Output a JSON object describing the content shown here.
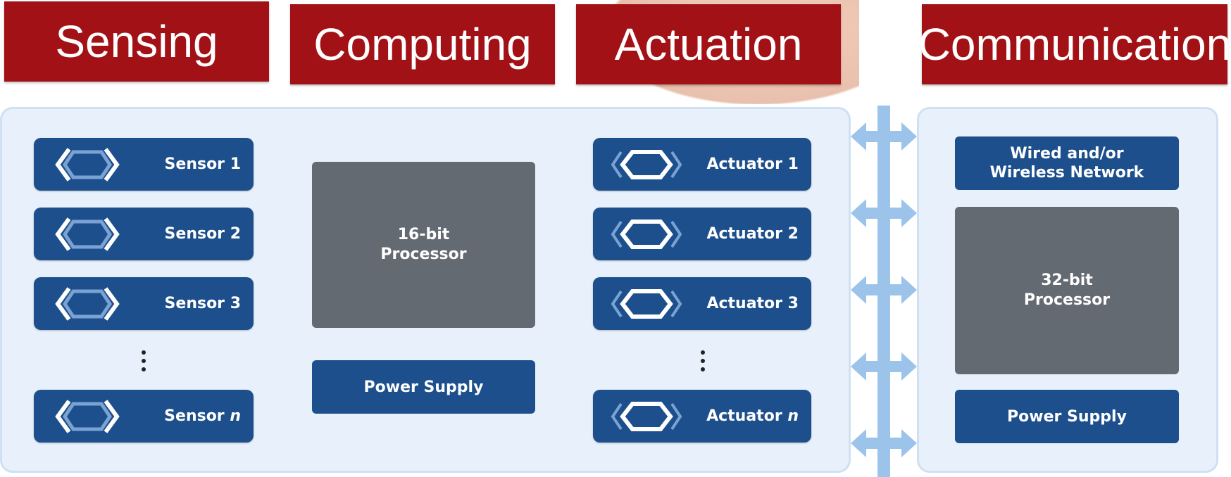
{
  "headers": {
    "sensing": "Sensing",
    "computing": "Computing",
    "actuation": "Actuation",
    "communication": "Communication"
  },
  "sensors": [
    {
      "label": "Sensor 1"
    },
    {
      "label": "Sensor 2"
    },
    {
      "label": "Sensor 3"
    },
    {
      "label": "Sensor ",
      "suffix": "n"
    }
  ],
  "actuators": [
    {
      "label": "Actuator 1"
    },
    {
      "label": "Actuator 2"
    },
    {
      "label": "Actuator 3"
    },
    {
      "label": "Actuator ",
      "suffix": "n"
    }
  ],
  "computing": {
    "processor_line1": "16-bit",
    "processor_line2": "Processor",
    "power_supply": "Power Supply"
  },
  "communication": {
    "network_line1": "Wired and/or",
    "network_line2": "Wireless Network",
    "processor_line1": "32-bit",
    "processor_line2": "Processor",
    "power_supply": "Power Supply"
  },
  "colors": {
    "header_red": "#a21115",
    "device_blue": "#1d4f8c",
    "processor_gray": "#646a72",
    "panel_bg": "#e8f1fb",
    "bus_blue": "#9cc4ea"
  },
  "icons": {
    "sensor": "sensor-hexagon-icon",
    "actuator": "actuator-hexagon-icon",
    "bus": "bidirectional-arrow-icon"
  }
}
